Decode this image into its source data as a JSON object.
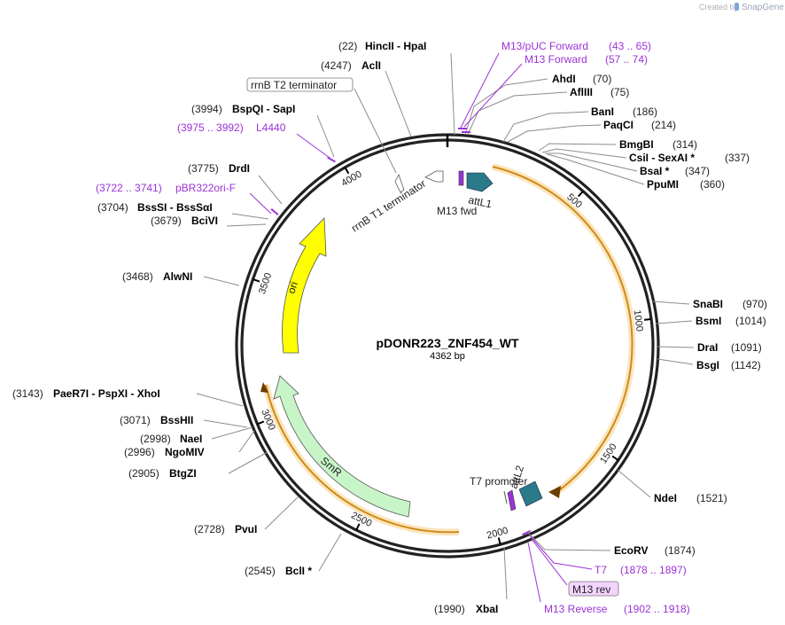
{
  "credit": {
    "text": "Created by",
    "brand": "SnapGene"
  },
  "plasmid": {
    "name": "pDONR223_ZNF454_WT",
    "length": "4362 bp",
    "total_bp": 4362
  },
  "ticks": [
    "500",
    "1000",
    "1500",
    "2000",
    "2500",
    "3000",
    "3500",
    "4000"
  ],
  "sites_right": [
    {
      "pos": "(70)",
      "name": "AhdI"
    },
    {
      "pos": "(75)",
      "name": "AflIII"
    },
    {
      "pos": "(186)",
      "name": "BanI"
    },
    {
      "pos": "(214)",
      "name": "PaqCI"
    },
    {
      "pos": "(314)",
      "name": "BmgBI"
    },
    {
      "pos": "(337)",
      "name": "CsiI  -  SexAI *"
    },
    {
      "pos": "(347)",
      "name": "BsaI *"
    },
    {
      "pos": "(360)",
      "name": "PpuMI"
    },
    {
      "pos": "(970)",
      "name": "SnaBI"
    },
    {
      "pos": "(1014)",
      "name": "BsmI"
    },
    {
      "pos": "(1091)",
      "name": "DraI"
    },
    {
      "pos": "(1142)",
      "name": "BsgI"
    },
    {
      "pos": "(1521)",
      "name": "NdeI"
    },
    {
      "pos": "(1874)",
      "name": "EcoRV"
    }
  ],
  "sites_left": [
    {
      "pos": "(22)",
      "name": "HincII  -  HpaI"
    },
    {
      "pos": "(4247)",
      "name": "AclI"
    },
    {
      "pos": "(3994)",
      "name": "BspQI  -  SapI"
    },
    {
      "pos": "(3775)",
      "name": "DrdI"
    },
    {
      "pos": "(3704)",
      "name": "BssSI  -  BssSαI"
    },
    {
      "pos": "(3679)",
      "name": "BciVI"
    },
    {
      "pos": "(3468)",
      "name": "AlwNI"
    },
    {
      "pos": "(3143)",
      "name": "PaeR7I  -  PspXI  -  XhoI"
    },
    {
      "pos": "(3071)",
      "name": "BssHII"
    },
    {
      "pos": "(2998)",
      "name": "NaeI"
    },
    {
      "pos": "(2996)",
      "name": "NgoMIV"
    },
    {
      "pos": "(2905)",
      "name": "BtgZI"
    },
    {
      "pos": "(2728)",
      "name": "PvuI"
    },
    {
      "pos": "(2545)",
      "name": "BclI *"
    },
    {
      "pos": "(1990)",
      "name": "XbaI"
    }
  ],
  "primers": [
    {
      "name": "M13/pUC Forward",
      "range": "(43 .. 65)"
    },
    {
      "name": "M13 Forward",
      "range": "(57 .. 74)"
    },
    {
      "name": "L4440",
      "range": "(3975 .. 3992)"
    },
    {
      "name": "pBR322ori-F",
      "range": "(3722 .. 3741)"
    },
    {
      "name": "T7",
      "range": "(1878 .. 1897)"
    },
    {
      "name": "M13 rev"
    },
    {
      "name": "M13 Reverse",
      "range": "(1902 .. 1918)"
    }
  ],
  "features": {
    "rrnb_t2": "rrnB T2 terminator",
    "rrnb_t1": "rrnB T1 terminator",
    "m13_fwd": "M13 fwd",
    "attl1": "attL1",
    "t7_promoter": "T7 promoter",
    "attl2": "attL2",
    "ori": "ori",
    "smr": "SmR"
  },
  "colors": {
    "backbone": "#222222",
    "orf": "#f0a234",
    "orf_glow": "#fbe6bd",
    "ori": "#ffff00",
    "smr": "#c8f5c8",
    "att": "#2b7a8a",
    "primer": "#9b32d6",
    "lead": "#8c8c8c"
  }
}
